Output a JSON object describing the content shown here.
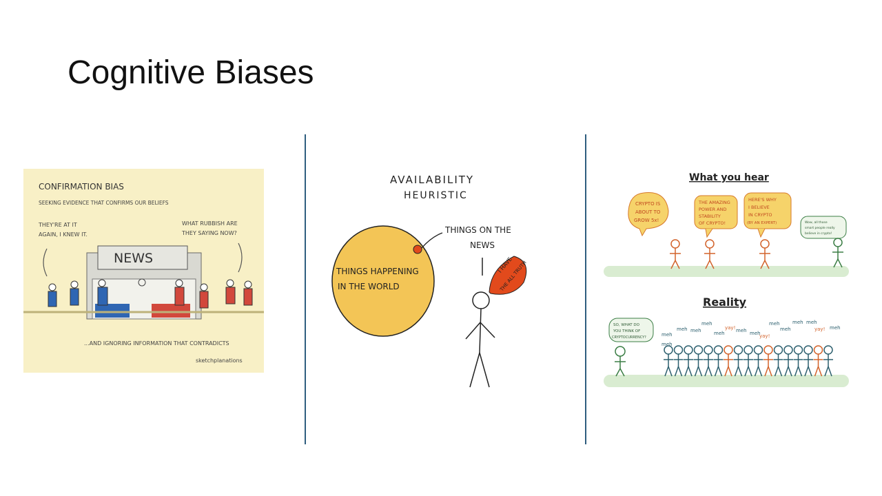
{
  "slide": {
    "title": "Cognitive Biases"
  },
  "confirmation": {
    "heading": "CONFIRMATION BIAS",
    "subtitle": "SEEKING EVIDENCE THAT CONFIRMS OUR BELIEFS",
    "left_thought_1": "THEY'RE AT IT",
    "left_thought_2": "AGAIN, I KNEW IT.",
    "right_thought_1": "WHAT RUBBISH ARE",
    "right_thought_2": "THEY SAYING NOW?",
    "stand_sign": "NEWS",
    "footer": "...AND IGNORING INFORMATION THAT CONTRADICTS",
    "credit": "sketchplanations",
    "colors": {
      "background": "#f8f0c6",
      "blue": "#2f66b3",
      "red": "#d2483c"
    }
  },
  "availability": {
    "title_1": "AVAILABILITY",
    "title_2": "HEURISTIC",
    "callout_1": "THINGS ON THE",
    "callout_2": "NEWS",
    "circle_1": "THINGS HAPPENING",
    "circle_2": "IN THE WORLD",
    "bubble_1": "I HAVE",
    "bubble_2": "THE ALL TRUTH",
    "colors": {
      "circle": "#f3c556",
      "bubble": "#e24a1c",
      "dot": "#e04a1c"
    }
  },
  "crypto": {
    "hear_title": "What you hear",
    "bubble_grow": [
      "CRYPTO IS",
      "ABOUT TO",
      "GROW 5x!"
    ],
    "bubble_power": [
      "THE AMAZING",
      "POWER AND",
      "STABILITY",
      "OF CRYPTO!"
    ],
    "bubble_believe": [
      "HERE'S WHY",
      "I BELIEVE",
      "IN CRYPTO",
      "(BY AN EXPERT)"
    ],
    "bubble_wow": [
      "Wow, all those",
      "smart people really",
      "believe in crypto!"
    ],
    "reality_title": "Reality",
    "bubble_ask": [
      "SO, WHAT DO",
      "YOU THINK OF",
      "CRYPTOCURRENCY?"
    ],
    "crowd_words": [
      "meh",
      "meh",
      "meh",
      "meh",
      "meh",
      "yay!",
      "meh",
      "meh",
      "yay!",
      "meh",
      "meh",
      "meh",
      "meh",
      "yay!",
      "meh",
      "meh"
    ],
    "colors": {
      "orange": "#d2622a",
      "teal": "#2c5f6e",
      "green": "#3a7d44",
      "bubble": "#f6d36a",
      "bubble_border": "#d6782a"
    }
  }
}
